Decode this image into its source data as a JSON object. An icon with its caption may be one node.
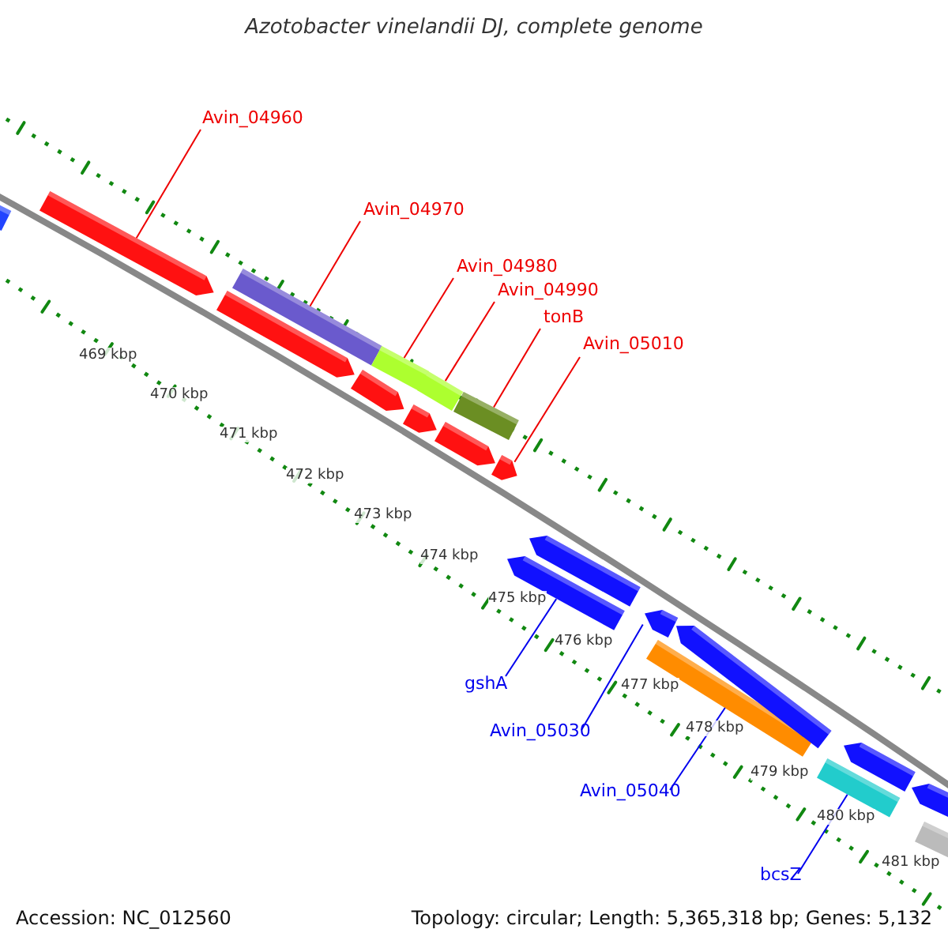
{
  "diagram": {
    "title": "Azotobacter vinelandii DJ, complete genome",
    "nodes": [
      {
        "text": [
          "Avin_04960"
        ]
      },
      {
        "text": [
          "Avin_04970"
        ]
      },
      {
        "text": [
          "Avin_04980"
        ]
      },
      {
        "text": [
          "Avin_04990"
        ]
      },
      {
        "text": [
          "tonB"
        ]
      },
      {
        "text": [
          "Avin_05010"
        ]
      },
      {
        "text": [
          "gshA"
        ]
      },
      {
        "text": [
          "Avin_05030"
        ]
      },
      {
        "text": [
          "Avin_05040"
        ]
      },
      {
        "text": [
          "bcsZ"
        ]
      },
      {
        "text": [],
        "shape": "arrow"
      },
      {
        "text": [],
        "shape": "arrow"
      },
      {
        "text": [],
        "shape": "arrow"
      },
      {
        "text": [],
        "shape": "bar"
      },
      {
        "text": [],
        "shape": "arrow"
      },
      {
        "text": [],
        "shape": "bar"
      },
      {
        "text": [],
        "shape": "arrow"
      },
      {
        "text": [],
        "shape": "bar"
      },
      {
        "text": [],
        "shape": "arrow"
      },
      {
        "text": [],
        "shape": "bar"
      },
      {
        "text": [],
        "shape": "arrow"
      },
      {
        "text": [],
        "shape": "arrow"
      },
      {
        "text": [],
        "shape": "arrow"
      },
      {
        "text": [],
        "shape": "arrow"
      },
      {
        "text": [],
        "shape": "bar"
      },
      {
        "text": [],
        "shape": "arrow"
      },
      {
        "text": [],
        "shape": "bar"
      },
      {
        "text": [],
        "shape": "arrow"
      },
      {
        "text": [],
        "shape": "arrow"
      },
      {
        "text": [],
        "shape": "bar"
      }
    ],
    "edges": [
      {
        "from": 0,
        "to": 11,
        "arrow": "none"
      },
      {
        "from": 1,
        "to": 13,
        "arrow": "none"
      },
      {
        "from": 2,
        "to": 15,
        "arrow": "none"
      },
      {
        "from": 3,
        "to": 17,
        "arrow": "none"
      },
      {
        "from": 4,
        "to": 19,
        "arrow": "none"
      },
      {
        "from": 5,
        "to": 20,
        "arrow": "none"
      },
      {
        "from": 6,
        "to": 21,
        "arrow": "none",
        "color": "#0000ee"
      },
      {
        "from": 7,
        "to": 23,
        "arrow": "none",
        "color": "#0000ee"
      },
      {
        "from": 8,
        "to": 24,
        "arrow": "none",
        "color": "#0000ee"
      },
      {
        "from": 9,
        "to": 26,
        "arrow": "none",
        "color": "#0000ee"
      }
    ],
    "labels": [
      "469 kbp",
      "470 kbp",
      "471 kbp",
      "472 kbp",
      "473 kbp",
      "474 kbp",
      "475 kbp",
      "476 kbp",
      "477 kbp",
      "478 kbp",
      "479 kbp",
      "480 kbp",
      "481 kbp",
      "Accession: NC_012560",
      "Topology: circular; Length: 5,365,318 bp; Genes: 5,132"
    ]
  }
}
